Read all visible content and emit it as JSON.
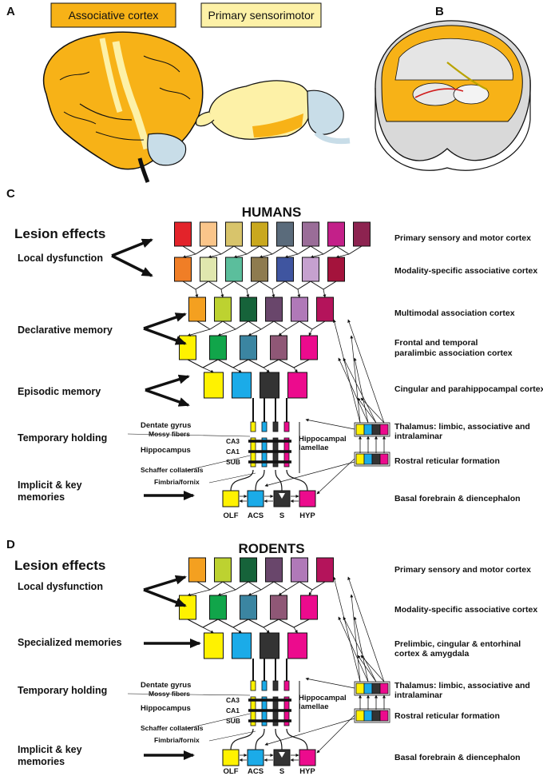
{
  "panel_letters": [
    "A",
    "B",
    "C",
    "D"
  ],
  "panel_a": {
    "legend_associative": "Associative cortex",
    "legend_primary": "Primary sensorimotor",
    "colors": {
      "associative": "#F7B217",
      "primary": "#FDF1A7",
      "cerebellum": "#C8DDE8",
      "outline": "#111111"
    }
  },
  "panel_b": {
    "description_free": true
  },
  "humans": {
    "title": "HUMANS",
    "lesion_effects": "Lesion effects",
    "left_labels": [
      "Local dysfunction",
      "Declarative memory",
      "Episodic memory",
      "Temporary holding"
    ],
    "implicit": [
      "Implicit & key",
      "memories"
    ],
    "right_labels": {
      "row1": "Primary sensory and motor cortex",
      "row2": "Modality-specific associative cortex",
      "row3": "Multimodal association cortex",
      "row4a": "Frontal and temporal",
      "row4b": "paralimbic association cortex",
      "row5": "Cingular and parahippocampal cortex",
      "thal_a": "Thalamus: limbic, associative and",
      "thal_b": "intralaminar",
      "reticular": "Rostral reticular formation",
      "basal": "Basal forebrain & diencephalon"
    },
    "rows": [
      [
        "#E3232A",
        "#FAC58A",
        "#D8C46B",
        "#C9A81E",
        "#5A6B7B",
        "#9A6D98",
        "#C32089",
        "#8D2350"
      ],
      [
        "#F07E26",
        "#E0E7AE",
        "#5BBE9C",
        "#8E7B4F",
        "#3F55A0",
        "#C6A1CF",
        "#A4133C"
      ],
      [
        "#F4A020",
        "#BDD230",
        "#16633A",
        "#69466B",
        "#B079B8",
        "#B4145B"
      ],
      [
        "#FFF200",
        "#11A54A",
        "#3B85A1",
        "#8F5776",
        "#EC0B8D"
      ],
      [
        "#FFF200",
        "#1BABE8",
        "#333333",
        "#EC0B8D"
      ]
    ]
  },
  "rodents": {
    "title": "RODENTS",
    "lesion_effects": "Lesion effects",
    "left_labels": [
      "Local dysfunction",
      "Specialized memories",
      "Temporary holding"
    ],
    "implicit": [
      "Implicit & key",
      "memories"
    ],
    "right_labels": {
      "row1": "Primary sensory and motor cortex",
      "row2": "Modality-specific associative cortex",
      "row3a": "Prelimbic, cingular & entorhinal",
      "row3b": "cortex & amygdala",
      "thal_a": "Thalamus: limbic, associative and",
      "thal_b": "intralaminar",
      "reticular": "Rostral reticular formation",
      "basal": "Basal forebrain & diencephalon"
    },
    "rows": [
      [
        "#F4A020",
        "#BDD230",
        "#16633A",
        "#69466B",
        "#B079B8",
        "#B4145B"
      ],
      [
        "#FFF200",
        "#11A54A",
        "#3B85A1",
        "#8F5776",
        "#EC0B8D"
      ],
      [
        "#FFF200",
        "#1BABE8",
        "#333333",
        "#EC0B8D"
      ]
    ]
  },
  "hippocampus": {
    "dentate_gyrus": "Dentate gyrus",
    "mossy_fibers": "Mossy fibers",
    "hippocampus": "Hippocampus",
    "ca3": "CA3",
    "ca1": "CA1",
    "sub": "SUB",
    "schaffer": "Schaffer collaterals",
    "fimbria": "Fimbria/fornix",
    "lamellae_a": "Hippocampal",
    "lamellae_b": "lamellae"
  },
  "basal_boxes": [
    "OLF",
    "ACS",
    "S",
    "HYP"
  ],
  "channel_colors": [
    "#FFF200",
    "#1BABE8",
    "#333333",
    "#EC0B8D"
  ]
}
